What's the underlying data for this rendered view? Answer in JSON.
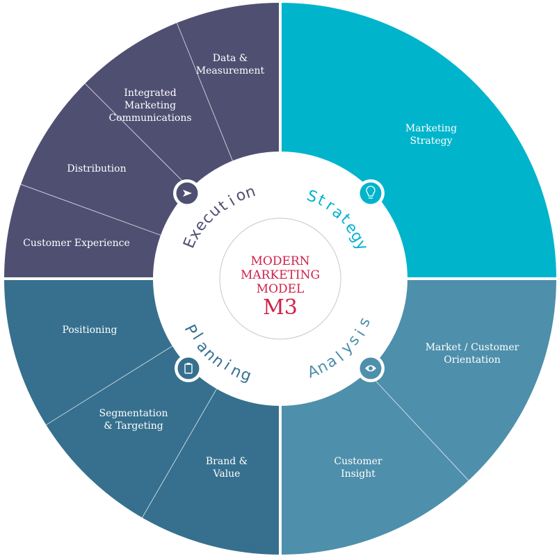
{
  "title": {
    "lines": [
      "MODERN",
      "MARKETING",
      "MODEL"
    ],
    "code": "M3"
  },
  "colors": {
    "execution": "#4f4f72",
    "strategy": "#00b4cc",
    "analysis": "#4e8fab",
    "planning": "#36708e",
    "center_text": "#d0204a",
    "divider": "#ffffff"
  },
  "quadrants": [
    {
      "name": "Execution",
      "color_key": "execution",
      "icon": "arrow-cursor-icon",
      "segments": [
        {
          "lines": [
            "Customer Experience"
          ]
        },
        {
          "lines": [
            "Distribution"
          ]
        },
        {
          "lines": [
            "Integrated",
            "Marketing",
            "Communications"
          ]
        },
        {
          "lines": [
            "Data &",
            "Measurement"
          ]
        }
      ]
    },
    {
      "name": "Strategy",
      "color_key": "strategy",
      "icon": "lightbulb-icon",
      "segments": [
        {
          "lines": [
            "Marketing",
            "Strategy"
          ]
        }
      ]
    },
    {
      "name": "Analysis",
      "color_key": "analysis",
      "icon": "eye-icon",
      "segments": [
        {
          "lines": [
            "Market / Customer",
            "Orientation"
          ]
        },
        {
          "lines": [
            "Customer",
            "Insight"
          ]
        }
      ]
    },
    {
      "name": "Planning",
      "color_key": "planning",
      "icon": "clipboard-icon",
      "segments": [
        {
          "lines": [
            "Brand &",
            "Value"
          ]
        },
        {
          "lines": [
            "Segmentation",
            "& Targeting"
          ]
        },
        {
          "lines": [
            "Positioning"
          ]
        }
      ]
    }
  ]
}
